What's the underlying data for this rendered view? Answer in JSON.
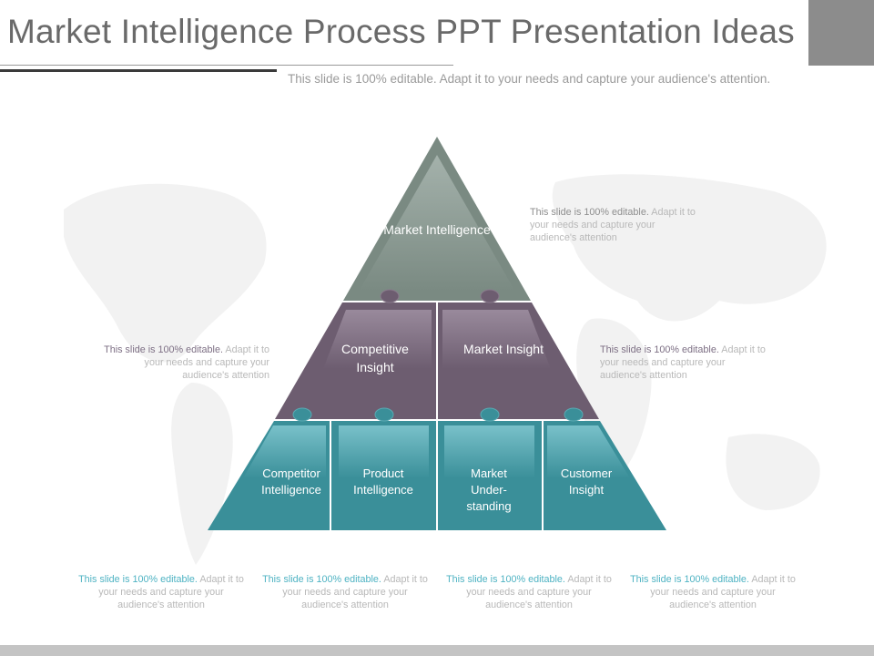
{
  "header": {
    "title": "Market Intelligence Process PPT Presentation Ideas",
    "subtitle": "This slide is 100% editable. Adapt it to your needs and capture your audience's attention."
  },
  "pyramid": {
    "top": {
      "label": "Market Intelligence",
      "color": "#7a8a82"
    },
    "middle": [
      {
        "label": "Competitive Insight"
      },
      {
        "label": "Market Insight"
      }
    ],
    "middle_color": "#6d5d70",
    "bottom": [
      {
        "label": "Competitor Intelligence"
      },
      {
        "label": "Product Intelligence"
      },
      {
        "label": "Market Under- standing"
      },
      {
        "label": "Customer Insight"
      }
    ],
    "bottom_color": "#3a8f99"
  },
  "notes": [
    {
      "lead": "This slide is 100% editable.",
      "rest": "Adapt it to your needs and capture your audience's attention"
    },
    {
      "lead": "This slide is 100% editable.",
      "rest": "Adapt it to your needs and capture your audience's attention"
    },
    {
      "lead": "This slide is 100% editable.",
      "rest": "Adapt it to your needs and capture your audience's attention"
    },
    {
      "lead": "This slide is 100% editable.",
      "rest": "Adapt it to your needs and capture your audience's attention"
    },
    {
      "lead": "This slide is 100% editable.",
      "rest": "Adapt it to your needs and capture your audience's attention"
    },
    {
      "lead": "This slide is 100% editable.",
      "rest": "Adapt it to your needs and capture your audience's attention"
    },
    {
      "lead": "This slide is 100% editable.",
      "rest": "Adapt it to your needs and capture your audience's attention"
    }
  ]
}
